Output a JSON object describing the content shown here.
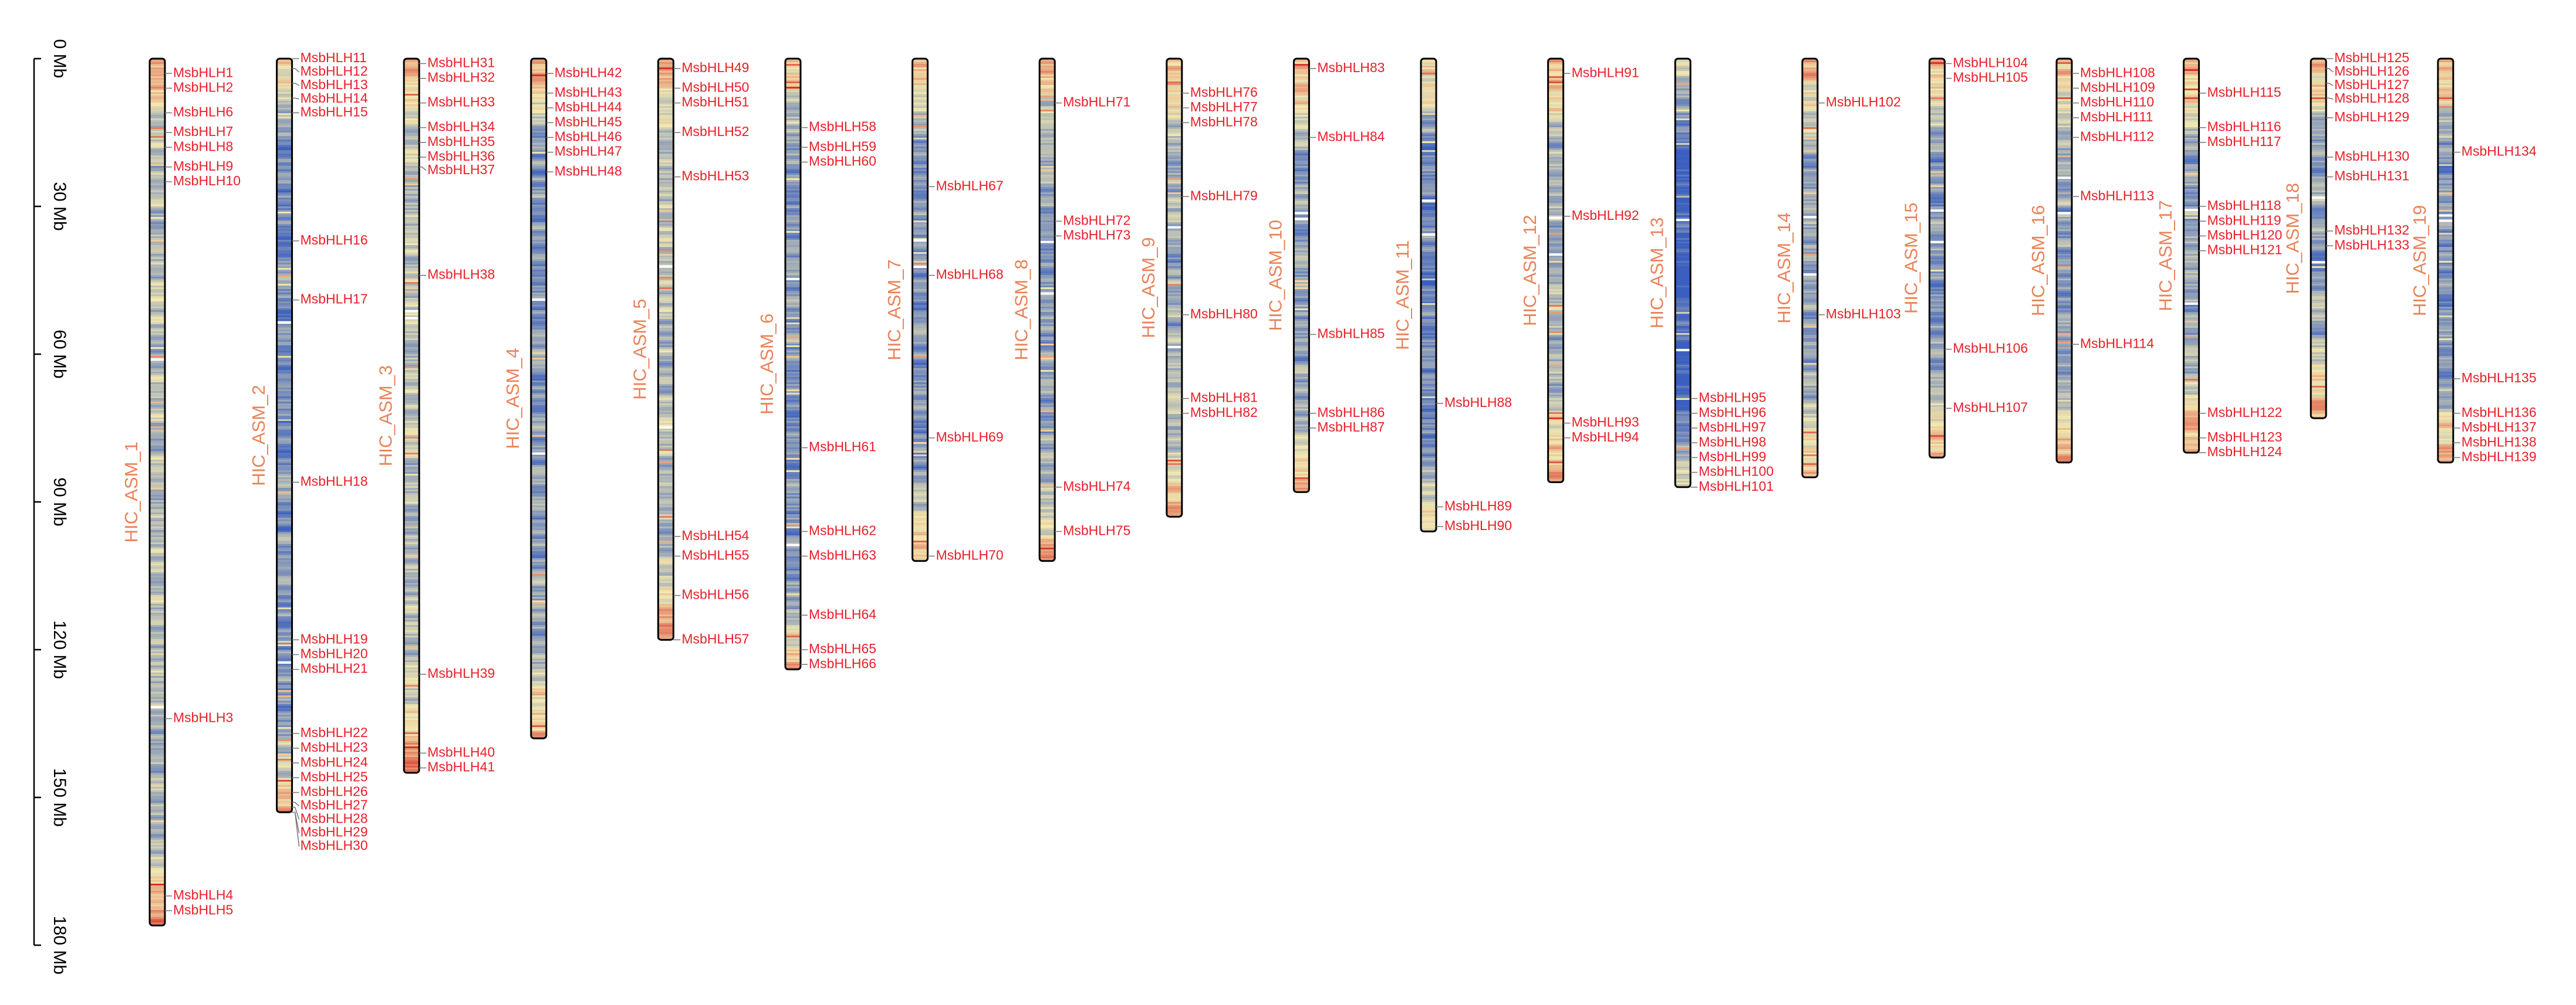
{
  "colors": {
    "chrom_label": "#e8835a",
    "gene_label": "#e8202a",
    "axis": "#000000",
    "density_low": "#3a5fbf",
    "density_mid": "#f2e8b0",
    "density_high": "#d73027"
  },
  "axis": {
    "unit": "Mb",
    "ticks": [
      "0 Mb",
      "30 Mb",
      "60 Mb",
      "90 Mb",
      "120 Mb",
      "150 Mb",
      "180 Mb"
    ],
    "tick_values": [
      0,
      30,
      60,
      90,
      120,
      150,
      180
    ],
    "max": 180
  },
  "chromosomes": [
    {
      "name": "HIC_ASM_1",
      "length": 176,
      "seed": 11,
      "bias": 0.25,
      "genes": [
        {
          "name": "MsbHLH1",
          "pos": 3
        },
        {
          "name": "MsbHLH2",
          "pos": 6
        },
        {
          "name": "MsbHLH6",
          "pos": 11
        },
        {
          "name": "MsbHLH7",
          "pos": 15
        },
        {
          "name": "MsbHLH8",
          "pos": 18
        },
        {
          "name": "MsbHLH9",
          "pos": 22
        },
        {
          "name": "MsbHLH10",
          "pos": 25
        },
        {
          "name": "MsbHLH3",
          "pos": 134
        },
        {
          "name": "MsbHLH4",
          "pos": 170
        },
        {
          "name": "MsbHLH5",
          "pos": 173
        }
      ]
    },
    {
      "name": "HIC_ASM_2",
      "length": 153,
      "seed": 23,
      "bias": -0.1,
      "genes": [
        {
          "name": "MsbHLH11",
          "pos": 0
        },
        {
          "name": "MsbHLH12",
          "pos": 2
        },
        {
          "name": "MsbHLH13",
          "pos": 5
        },
        {
          "name": "MsbHLH14",
          "pos": 8
        },
        {
          "name": "MsbHLH15",
          "pos": 11
        },
        {
          "name": "MsbHLH16",
          "pos": 37
        },
        {
          "name": "MsbHLH17",
          "pos": 49
        },
        {
          "name": "MsbHLH18",
          "pos": 86
        },
        {
          "name": "MsbHLH19",
          "pos": 118
        },
        {
          "name": "MsbHLH20",
          "pos": 121
        },
        {
          "name": "MsbHLH21",
          "pos": 124
        },
        {
          "name": "MsbHLH22",
          "pos": 137
        },
        {
          "name": "MsbHLH23",
          "pos": 140
        },
        {
          "name": "MsbHLH24",
          "pos": 143
        },
        {
          "name": "MsbHLH25",
          "pos": 146
        },
        {
          "name": "MsbHLH26",
          "pos": 149
        },
        {
          "name": "MsbHLH27",
          "pos": 151
        },
        {
          "name": "MsbHLH28",
          "pos": 152
        },
        {
          "name": "MsbHLH29",
          "pos": 153
        },
        {
          "name": "MsbHLH30",
          "pos": 153
        }
      ]
    },
    {
      "name": "HIC_ASM_3",
      "length": 145,
      "seed": 37,
      "bias": 0.35,
      "genes": [
        {
          "name": "MsbHLH31",
          "pos": 1
        },
        {
          "name": "MsbHLH32",
          "pos": 4
        },
        {
          "name": "MsbHLH33",
          "pos": 9
        },
        {
          "name": "MsbHLH34",
          "pos": 14
        },
        {
          "name": "MsbHLH35",
          "pos": 17
        },
        {
          "name": "MsbHLH36",
          "pos": 20
        },
        {
          "name": "MsbHLH37",
          "pos": 22
        },
        {
          "name": "MsbHLH38",
          "pos": 44
        },
        {
          "name": "MsbHLH39",
          "pos": 125
        },
        {
          "name": "MsbHLH40",
          "pos": 141
        },
        {
          "name": "MsbHLH41",
          "pos": 144
        }
      ]
    },
    {
      "name": "HIC_ASM_4",
      "length": 138,
      "seed": 41,
      "bias": 0.0,
      "genes": [
        {
          "name": "MsbHLH42",
          "pos": 3
        },
        {
          "name": "MsbHLH43",
          "pos": 7
        },
        {
          "name": "MsbHLH44",
          "pos": 10
        },
        {
          "name": "MsbHLH45",
          "pos": 13
        },
        {
          "name": "MsbHLH46",
          "pos": 16
        },
        {
          "name": "MsbHLH47",
          "pos": 19
        },
        {
          "name": "MsbHLH48",
          "pos": 23
        }
      ]
    },
    {
      "name": "HIC_ASM_5",
      "length": 118,
      "seed": 53,
      "bias": 0.3,
      "genes": [
        {
          "name": "MsbHLH49",
          "pos": 2
        },
        {
          "name": "MsbHLH50",
          "pos": 6
        },
        {
          "name": "MsbHLH51",
          "pos": 9
        },
        {
          "name": "MsbHLH52",
          "pos": 15
        },
        {
          "name": "MsbHLH53",
          "pos": 24
        },
        {
          "name": "MsbHLH54",
          "pos": 97
        },
        {
          "name": "MsbHLH55",
          "pos": 101
        },
        {
          "name": "MsbHLH56",
          "pos": 109
        },
        {
          "name": "MsbHLH57",
          "pos": 118
        }
      ]
    },
    {
      "name": "HIC_ASM_6",
      "length": 124,
      "seed": 67,
      "bias": -0.05,
      "genes": [
        {
          "name": "MsbHLH58",
          "pos": 14
        },
        {
          "name": "MsbHLH59",
          "pos": 18
        },
        {
          "name": "MsbHLH60",
          "pos": 21
        },
        {
          "name": "MsbHLH61",
          "pos": 79
        },
        {
          "name": "MsbHLH62",
          "pos": 96
        },
        {
          "name": "MsbHLH63",
          "pos": 101
        },
        {
          "name": "MsbHLH64",
          "pos": 113
        },
        {
          "name": "MsbHLH65",
          "pos": 120
        },
        {
          "name": "MsbHLH66",
          "pos": 123
        }
      ]
    },
    {
      "name": "HIC_ASM_7",
      "length": 102,
      "seed": 71,
      "bias": -0.1,
      "genes": [
        {
          "name": "MsbHLH67",
          "pos": 26
        },
        {
          "name": "MsbHLH68",
          "pos": 44
        },
        {
          "name": "MsbHLH69",
          "pos": 77
        },
        {
          "name": "MsbHLH70",
          "pos": 101
        }
      ]
    },
    {
      "name": "HIC_ASM_8",
      "length": 102,
      "seed": 83,
      "bias": 0.05,
      "genes": [
        {
          "name": "MsbHLH71",
          "pos": 9
        },
        {
          "name": "MsbHLH72",
          "pos": 33
        },
        {
          "name": "MsbHLH73",
          "pos": 36
        },
        {
          "name": "MsbHLH74",
          "pos": 87
        },
        {
          "name": "MsbHLH75",
          "pos": 96
        }
      ]
    },
    {
      "name": "HIC_ASM_9",
      "length": 93,
      "seed": 97,
      "bias": 0.1,
      "genes": [
        {
          "name": "MsbHLH76",
          "pos": 7
        },
        {
          "name": "MsbHLH77",
          "pos": 10
        },
        {
          "name": "MsbHLH78",
          "pos": 13
        },
        {
          "name": "MsbHLH79",
          "pos": 28
        },
        {
          "name": "MsbHLH80",
          "pos": 52
        },
        {
          "name": "MsbHLH81",
          "pos": 69
        },
        {
          "name": "MsbHLH82",
          "pos": 72
        }
      ]
    },
    {
      "name": "HIC_ASM_10",
      "length": 88,
      "seed": 103,
      "bias": 0.05,
      "genes": [
        {
          "name": "MsbHLH83",
          "pos": 2
        },
        {
          "name": "MsbHLH84",
          "pos": 16
        },
        {
          "name": "MsbHLH85",
          "pos": 56
        },
        {
          "name": "MsbHLH86",
          "pos": 72
        },
        {
          "name": "MsbHLH87",
          "pos": 75
        }
      ]
    },
    {
      "name": "HIC_ASM_11",
      "length": 96,
      "seed": 113,
      "bias": -0.2,
      "genes": [
        {
          "name": "MsbHLH88",
          "pos": 70
        },
        {
          "name": "MsbHLH89",
          "pos": 91
        },
        {
          "name": "MsbHLH90",
          "pos": 95
        }
      ]
    },
    {
      "name": "HIC_ASM_12",
      "length": 86,
      "seed": 127,
      "bias": 0.2,
      "genes": [
        {
          "name": "MsbHLH91",
          "pos": 3
        },
        {
          "name": "MsbHLH92",
          "pos": 32
        },
        {
          "name": "MsbHLH93",
          "pos": 74
        },
        {
          "name": "MsbHLH94",
          "pos": 77
        }
      ]
    },
    {
      "name": "HIC_ASM_13",
      "length": 87,
      "seed": 131,
      "bias": -0.6,
      "genes": [
        {
          "name": "MsbHLH95",
          "pos": 69
        },
        {
          "name": "MsbHLH96",
          "pos": 72
        },
        {
          "name": "MsbHLH97",
          "pos": 75
        },
        {
          "name": "MsbHLH98",
          "pos": 78
        },
        {
          "name": "MsbHLH99",
          "pos": 81
        },
        {
          "name": "MsbHLH100",
          "pos": 84
        },
        {
          "name": "MsbHLH101",
          "pos": 87
        }
      ]
    },
    {
      "name": "HIC_ASM_14",
      "length": 85,
      "seed": 139,
      "bias": 0.1,
      "genes": [
        {
          "name": "MsbHLH102",
          "pos": 9
        },
        {
          "name": "MsbHLH103",
          "pos": 52
        }
      ]
    },
    {
      "name": "HIC_ASM_15",
      "length": 81,
      "seed": 149,
      "bias": 0.0,
      "genes": [
        {
          "name": "MsbHLH104",
          "pos": 1
        },
        {
          "name": "MsbHLH105",
          "pos": 4
        },
        {
          "name": "MsbHLH106",
          "pos": 59
        },
        {
          "name": "MsbHLH107",
          "pos": 71
        }
      ]
    },
    {
      "name": "HIC_ASM_16",
      "length": 82,
      "seed": 157,
      "bias": 0.1,
      "genes": [
        {
          "name": "MsbHLH108",
          "pos": 3
        },
        {
          "name": "MsbHLH109",
          "pos": 6
        },
        {
          "name": "MsbHLH110",
          "pos": 9
        },
        {
          "name": "MsbHLH111",
          "pos": 12
        },
        {
          "name": "MsbHLH112",
          "pos": 16
        },
        {
          "name": "MsbHLH113",
          "pos": 28
        },
        {
          "name": "MsbHLH114",
          "pos": 58
        }
      ]
    },
    {
      "name": "HIC_ASM_17",
      "length": 80,
      "seed": 163,
      "bias": 0.15,
      "genes": [
        {
          "name": "MsbHLH115",
          "pos": 7
        },
        {
          "name": "MsbHLH116",
          "pos": 14
        },
        {
          "name": "MsbHLH117",
          "pos": 17
        },
        {
          "name": "MsbHLH118",
          "pos": 30
        },
        {
          "name": "MsbHLH119",
          "pos": 33
        },
        {
          "name": "MsbHLH120",
          "pos": 36
        },
        {
          "name": "MsbHLH121",
          "pos": 39
        },
        {
          "name": "MsbHLH122",
          "pos": 72
        },
        {
          "name": "MsbHLH123",
          "pos": 77
        },
        {
          "name": "MsbHLH124",
          "pos": 80
        }
      ]
    },
    {
      "name": "HIC_ASM_18",
      "length": 73,
      "seed": 173,
      "bias": 0.05,
      "genes": [
        {
          "name": "MsbHLH125",
          "pos": 0
        },
        {
          "name": "MsbHLH126",
          "pos": 2
        },
        {
          "name": "MsbHLH127",
          "pos": 5
        },
        {
          "name": "MsbHLH128",
          "pos": 8
        },
        {
          "name": "MsbHLH129",
          "pos": 12
        },
        {
          "name": "MsbHLH130",
          "pos": 20
        },
        {
          "name": "MsbHLH131",
          "pos": 24
        },
        {
          "name": "MsbHLH132",
          "pos": 35
        },
        {
          "name": "MsbHLH133",
          "pos": 38
        }
      ]
    },
    {
      "name": "HIC_ASM_19",
      "length": 82,
      "seed": 181,
      "bias": 0.0,
      "genes": [
        {
          "name": "MsbHLH134",
          "pos": 19
        },
        {
          "name": "MsbHLH135",
          "pos": 65
        },
        {
          "name": "MsbHLH136",
          "pos": 72
        },
        {
          "name": "MsbHLH137",
          "pos": 75
        },
        {
          "name": "MsbHLH138",
          "pos": 78
        },
        {
          "name": "MsbHLH139",
          "pos": 81
        }
      ]
    }
  ]
}
